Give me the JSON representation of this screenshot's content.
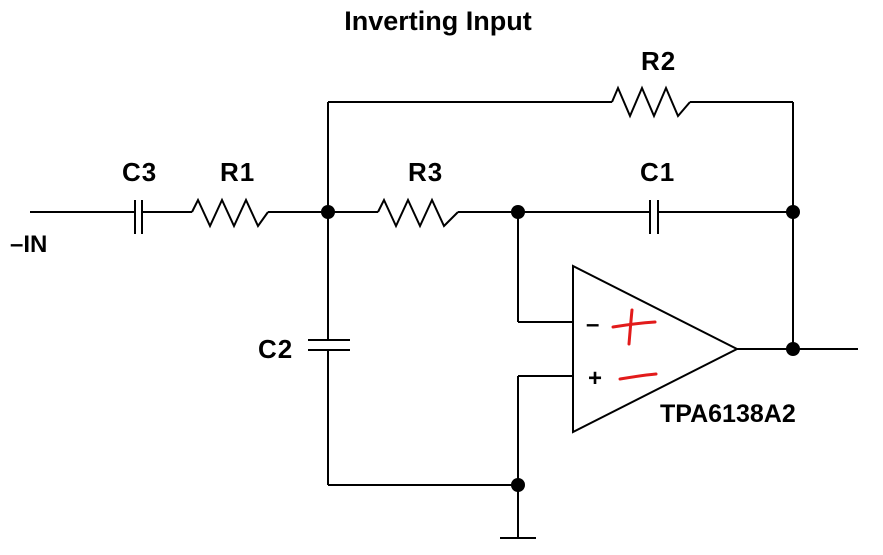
{
  "title": "Inverting Input",
  "input_label": "–IN",
  "components": {
    "r1": "R1",
    "r2": "R2",
    "r3": "R3",
    "c1": "C1",
    "c2": "C2",
    "c3": "C3"
  },
  "opamp": {
    "part_number": "TPA6138A2",
    "inverting_pin": "–",
    "noninverting_pin": "+"
  },
  "annotations": {
    "color": "#e21b1b",
    "marks": [
      "plus",
      "minus"
    ]
  }
}
